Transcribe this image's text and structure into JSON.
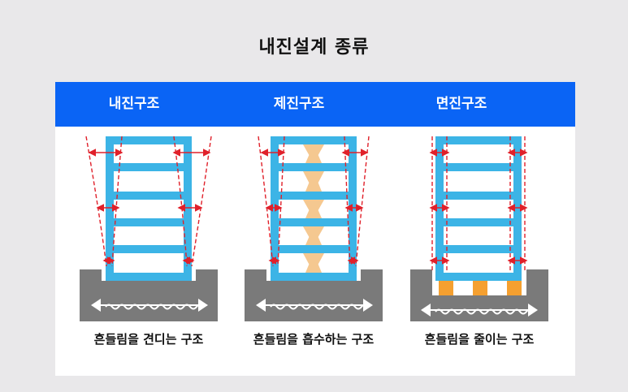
{
  "title": "내진설계 종류",
  "columns": [
    {
      "heading": "내진구조",
      "caption": "흔들림을 견디는 구조",
      "type": "seismic-resistant"
    },
    {
      "heading": "제진구조",
      "caption": "흔들림을 흡수하는 구조",
      "type": "vibration-control"
    },
    {
      "heading": "면진구조",
      "caption": "흔들림을 줄이는 구조",
      "type": "base-isolation"
    }
  ],
  "colors": {
    "header": "#0a64f5",
    "frame": "#3cb4e6",
    "ground": "#7a7a7a",
    "arrow": "#e0202a",
    "damper": "#f5c890",
    "isolator": "#f5a030",
    "wave": "#ffffff"
  }
}
